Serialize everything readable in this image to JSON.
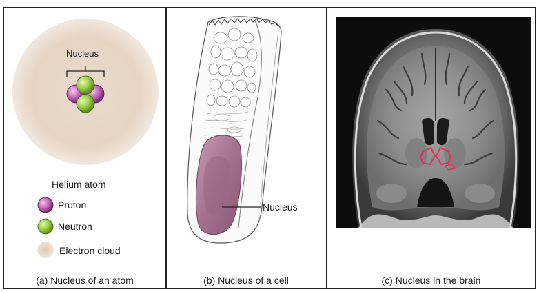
{
  "panel_a": {
    "nucleus_label": "Nucleus",
    "atom_title": "Helium atom",
    "legend": {
      "proton": "Proton",
      "neutron": "Neutron",
      "electron_cloud": "Electron cloud"
    },
    "caption": "(a) Nucleus of an atom",
    "colors": {
      "proton": "#c667b8",
      "neutron": "#9ccf43",
      "cloud": "#e6d7c7"
    }
  },
  "panel_b": {
    "nucleus_label": "Nucleus",
    "caption": "(b) Nucleus of a cell",
    "colors": {
      "nucleus": "#a4708e"
    }
  },
  "panel_c": {
    "caption": "(c) Nucleus in the brain",
    "colors": {
      "highlight": "#e0325a"
    }
  }
}
